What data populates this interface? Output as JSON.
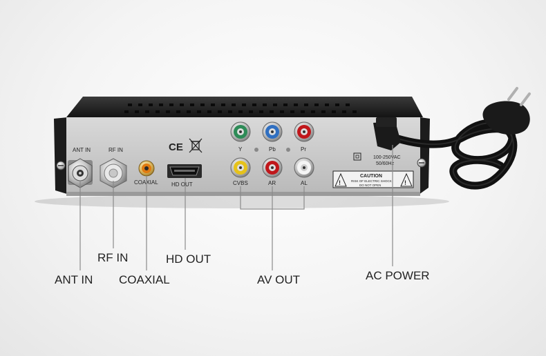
{
  "panel_labels": {
    "ant_in": "ANT IN",
    "rf_in": "RF IN",
    "coaxial": "COAXIAL",
    "hd_out": "HD OUT",
    "y": "Y",
    "pb": "Pb",
    "pr": "Pr",
    "cvbs": "CVBS",
    "ar": "AR",
    "al": "AL",
    "ce": "CE",
    "voltage": "100-250VAC",
    "frequency": "50/60Hz",
    "caution_title": "CAUTION",
    "caution_line1": "RISK OF ELECTRIC SHOCK",
    "caution_line2": "DO NOT OPEN"
  },
  "callouts": {
    "ant_in": "ANT IN",
    "rf_in": "RF IN",
    "coaxial": "COAXIAL",
    "hd_out": "HD OUT",
    "av_out": "AV OUT",
    "ac_power": "AC POWER"
  },
  "colors": {
    "background": "#f2f2f2",
    "chassis": "#1c1c1c",
    "panel": "#c9c9c9",
    "connector_green": "#2e8b57",
    "connector_blue": "#2f6fc1",
    "connector_red": "#c0171b",
    "connector_yellow": "#e6c21a",
    "connector_white": "#f5f5f5",
    "coax_orange": "#e07a10"
  }
}
